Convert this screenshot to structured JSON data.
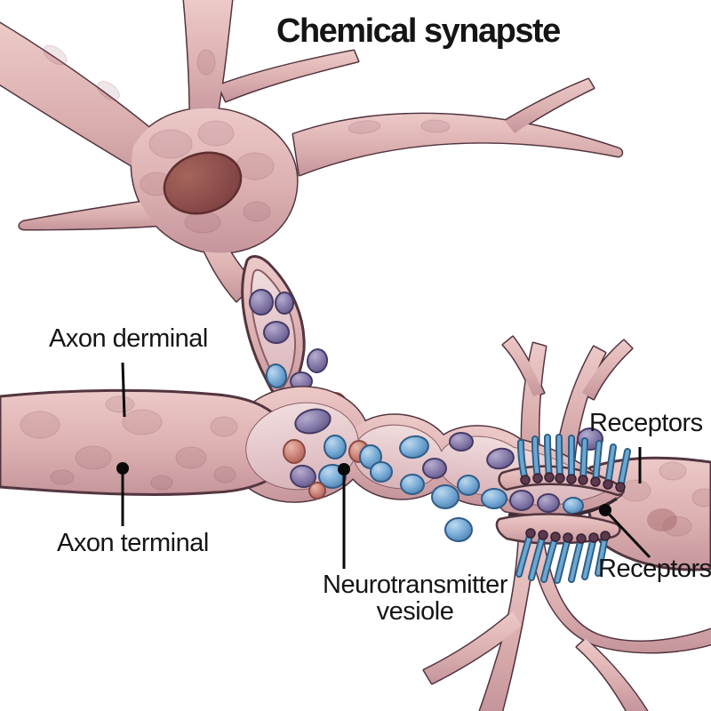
{
  "title": "Chemical synapste",
  "labels": {
    "axon_derminal": "Axon derminal",
    "axon_terminal": "Axon terminal",
    "neurotransmitter_line1": "Neurotransmitter",
    "neurotransmitter_line2": "vesiole",
    "receptors_top": "Receptors",
    "receptors_bottom": "Receptors"
  },
  "colors": {
    "bg": "#ffffff",
    "text": "#151515",
    "leader": "#0a0a0a",
    "outline": "#53353f",
    "tissue": "#dcb2b2",
    "lumen": "#ead4d7",
    "nucleus": "#8d4a4b",
    "receptor_blue": "#6ca6d2",
    "receptor_dark": "#2d5d83",
    "receptor_base": "#5c3a4e"
  }
}
